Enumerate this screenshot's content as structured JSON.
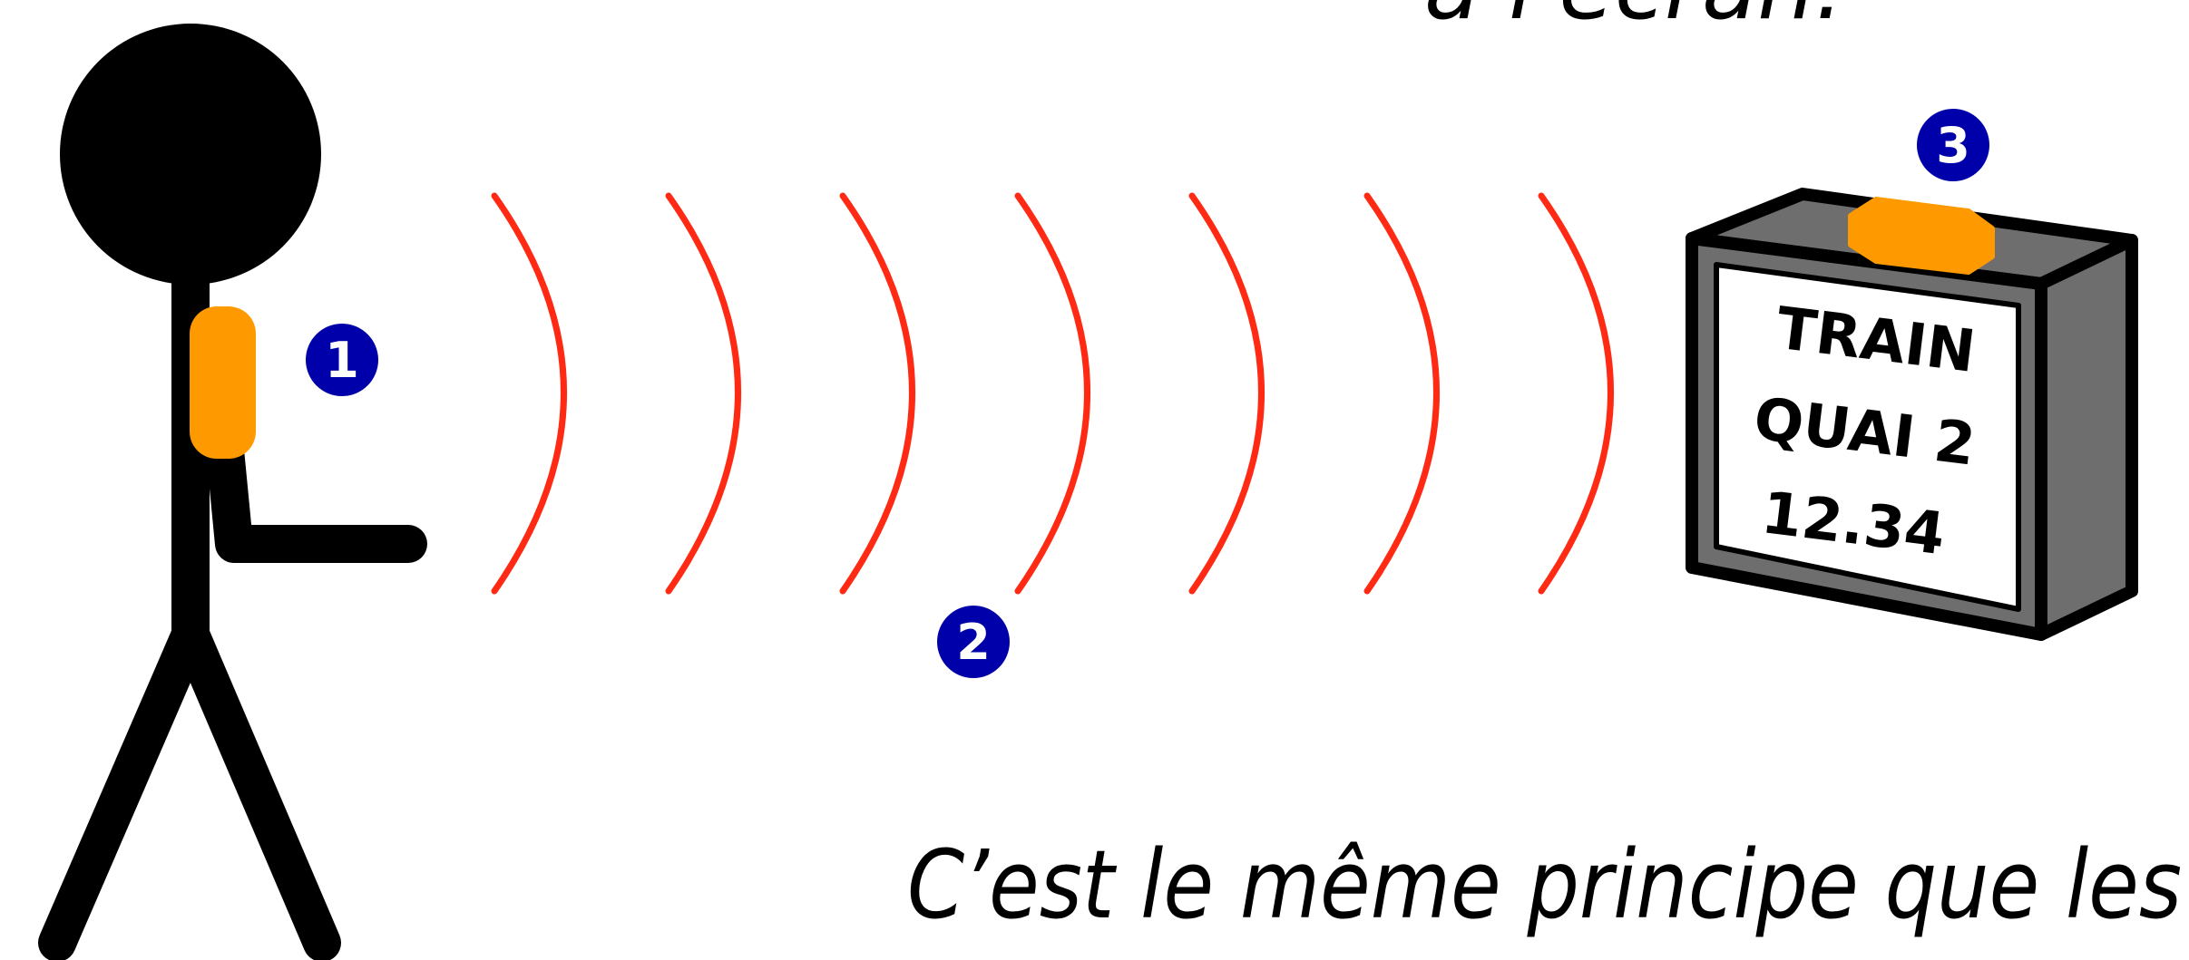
{
  "top_caption": "à l'écran.",
  "bottom_caption": "C’est le même principe que les",
  "screen": {
    "line1": "TRAIN",
    "line2": "QUAI 2",
    "line3": "12.34"
  },
  "markers": {
    "m1": "1",
    "m2": "2",
    "m3": "3"
  },
  "colors": {
    "figure": "#000000",
    "device": "#ff9900",
    "waves": "#ff2a14",
    "marker": "#0000aa",
    "display_body": "#6e6e6e",
    "display_screen": "#ffffff"
  },
  "icons": {
    "person": "stick-figure-icon",
    "waves": "signal-waves-icon",
    "display": "display-box-icon"
  }
}
